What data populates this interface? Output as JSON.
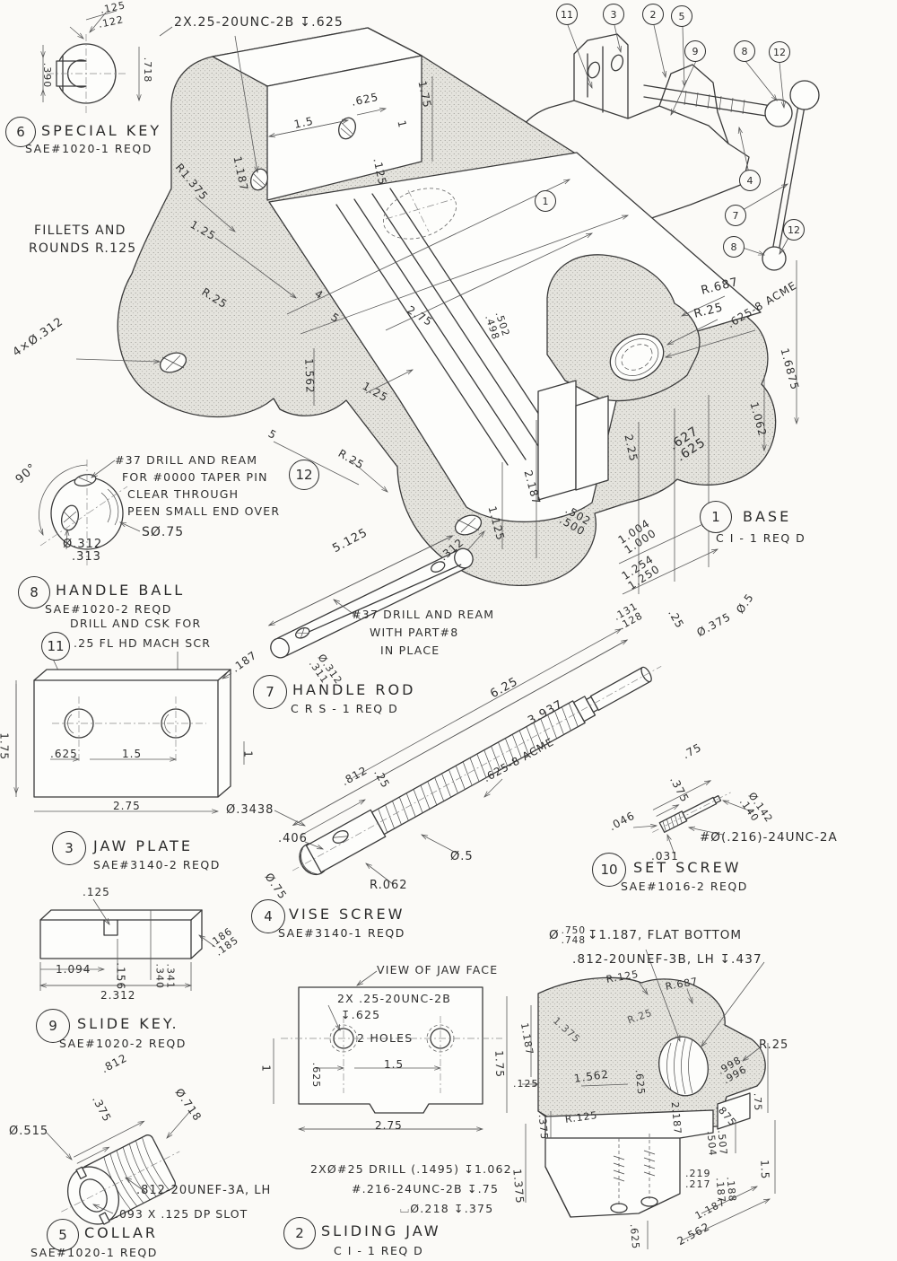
{
  "colors": {
    "ink": "#2b2b2b",
    "paper": "#fbfaf7",
    "stipple": "#8f8e88"
  },
  "assembly": {
    "balloons": [
      "11",
      "3",
      "2",
      "5",
      "9",
      "8",
      "12",
      "4",
      "7",
      "8",
      "12",
      "1"
    ]
  },
  "parts": {
    "base": {
      "num": "1",
      "name": "BASE",
      "spec": "C I - 1 REQ D"
    },
    "sliding_jaw": {
      "num": "2",
      "name": "SLIDING JAW",
      "spec": "C I - 1 REQ D"
    },
    "jaw_plate": {
      "num": "3",
      "name": "JAW PLATE",
      "spec": "SAE#3140-2 REQD"
    },
    "vise_screw": {
      "num": "4",
      "name": "VISE SCREW",
      "spec": "SAE#3140-1 REQD"
    },
    "collar": {
      "num": "5",
      "name": "COLLAR",
      "spec": "SAE#1020-1 REQD"
    },
    "special_key": {
      "num": "6",
      "name": "SPECIAL KEY",
      "spec": "SAE#1020-1 REQD"
    },
    "handle_rod": {
      "num": "7",
      "name": "HANDLE ROD",
      "spec": "C R S - 1 REQ D"
    },
    "handle_ball": {
      "num": "8",
      "name": "HANDLE BALL",
      "spec": "SAE#1020-2 REQD"
    },
    "slide_key": {
      "num": "9",
      "name": "SLIDE KEY.",
      "spec": "SAE#1020-2 REQD"
    },
    "set_screw": {
      "num": "10",
      "name": "SET SCREW",
      "spec": "SAE#1016-2 REQD"
    }
  },
  "notes": {
    "fillets_1": "FILLETS AND",
    "fillets_2": "ROUNDS R.125",
    "wall_thread": "2X.25-20UNC-2B ↧.625",
    "csk_1": "DRILL AND CSK FOR",
    "csk_balloon": "11",
    "csk_2": ".25 FL HD MACH SCR"
  },
  "views": {
    "special_key": {
      "d125": ".125",
      "d122": ".122",
      "d390": ".390",
      "d718": ".718"
    },
    "base": {
      "r1375": "R1.375",
      "d125a": "1.25",
      "d15": "1.5",
      "d625": ".625",
      "d175": "1.75",
      "d1": "1",
      "d125s": ".125",
      "d1187": "1.187",
      "r25a": "R.25",
      "d4": "4",
      "d5a": "5",
      "d275": "2.75",
      "d502": ".502",
      "d498": ".498",
      "d1562": "1.562",
      "d125b": "1.25",
      "d5b": "5",
      "r25b": "R.25",
      "d2187": "2.187",
      "d1125": "1.125",
      "d502b": ".502",
      "d500": ".500",
      "d312": ".312",
      "holes": "4×Ø.312",
      "d225": "2.25",
      "r687": "R.687",
      "r25c": "R.25",
      "acme": ".625-8 ACME",
      "d16875": "1.6875",
      "d1062": "1.062",
      "d627": ".627",
      "d625b": ".625",
      "d1004": "1.004",
      "d1000": "1.000",
      "d1254": "1.254",
      "d1250": "1.250"
    },
    "handle_ball": {
      "a90": "90°",
      "n1": "#37 DRILL AND REAM",
      "n2": "FOR #0000 TAPER PIN",
      "n3": "CLEAR THROUGH",
      "n4": "PEEN SMALL END OVER",
      "balloon": "12",
      "s75": "SØ.75",
      "d312": "Ø.312",
      "d313": ".313"
    },
    "jaw_plate": {
      "d175": "1.75",
      "d187": ".187",
      "d625": ".625",
      "d15": "1.5",
      "d1": "1",
      "d275": "2.75"
    },
    "handle_rod": {
      "len": "5.125",
      "dia1": "Ø.312",
      "dia2": ".311",
      "n1": "#37 DRILL AND REAM",
      "n2": "WITH PART#8",
      "n3": "IN PLACE"
    },
    "vise_screw": {
      "d625": "6.25",
      "d3937": "3.937",
      "d812": ".812",
      "d25": ".25",
      "acme": ".625-8 ACME",
      "d3438": "Ø.3438",
      "d406": ".406",
      "d75": "Ø.75",
      "d5": "Ø.5",
      "r062": "R.062",
      "g131": ".131",
      "g128": ".128",
      "g25": ".25",
      "d375": "Ø.375",
      "d5b": "Ø.5"
    },
    "set_screw": {
      "d75": ".75",
      "d375": ".375",
      "d046": ".046",
      "d031": ".031",
      "d142": "Ø.142",
      "d140": ".140",
      "spec": "#Ø(.216)-24UNC-2A"
    },
    "slide_key": {
      "d125": ".125",
      "d1094": "1.094",
      "d156": ".156",
      "d341": ".341",
      "d340": ".340",
      "d2312": "2.312",
      "d186": ".186",
      "d185": ".185"
    },
    "collar": {
      "d515": "Ø.515",
      "d812": ".812",
      "d375": ".375",
      "d718": "Ø.718",
      "thread": ".812-20UNEF-3A, LH",
      "slot": ".093 X .125 DP SLOT"
    },
    "jaw_face": {
      "title": "VIEW OF JAW FACE",
      "n1": "2X .25-20UNC-2B",
      "n2": "↧.625",
      "holes": "2 HOLES",
      "d625": ".625",
      "d15": "1.5",
      "d1": "1",
      "d275": "2.75"
    },
    "sliding_jaw": {
      "t1_dia": "Ø",
      "t1_a": ".750",
      "t1_b": ".748",
      "t1_rest": "↧1.187, FLAT BOTTOM",
      "t2": ".812-20UNEF-3B, LH ↧.437",
      "r125a": "R.125",
      "r687": "R.687",
      "r25s": "R.25",
      "r25": "R.25",
      "d175": "1.75",
      "d1187": "1.187",
      "d125": ".125",
      "d1562": "1.562",
      "d1375d": "1.375",
      "d375": ".375",
      "r125b": "R.125",
      "d1375": "1.375",
      "d625c": ".625",
      "d2187": "2.187",
      "d998": ".998",
      "d996": ".996",
      "d875": ".875",
      "d75": ".75",
      "d507": ".507",
      "d504": ".504",
      "d15": "1.5",
      "d188": ".188",
      "d187": ".187",
      "d219": ".219",
      "d217": ".217",
      "d1187b": "1.187",
      "d2562": "2.562",
      "d625b": ".625",
      "nb1": "2XØ#25 DRILL (.1495) ↧1.062",
      "nb2": "#.216-24UNC-2B ↧.75",
      "nb3": "⌴Ø.218 ↧.375"
    }
  }
}
